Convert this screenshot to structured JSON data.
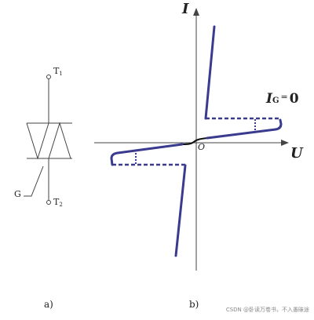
{
  "symbol": {
    "t1": "T",
    "t1_sub": "1",
    "t2": "T",
    "t2_sub": "2",
    "gate": "G"
  },
  "graph": {
    "y_axis": "I",
    "x_axis": "U",
    "origin": "O",
    "curve_label_main": "I",
    "curve_label_sub": "G",
    "curve_label_eq": "=",
    "curve_label_value": "0"
  },
  "captions": {
    "a": "a)",
    "b": "b)"
  },
  "watermark": "CSDN @卧读万卷书，不入愚昧途",
  "colors": {
    "curve": "#3a3a8f",
    "axes": "#444444",
    "origin_curve": "#111111"
  }
}
